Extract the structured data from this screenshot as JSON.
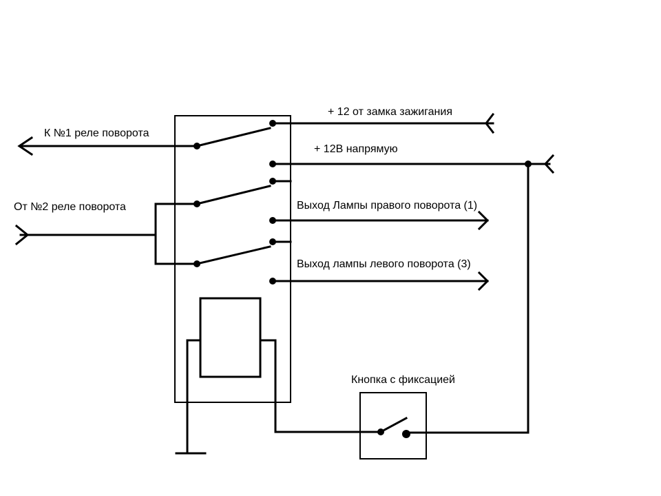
{
  "labels": {
    "ignition": "+ 12 от замка зажигания",
    "direct": "+ 12В напрямую",
    "to_relay1": "К №1 реле поворота",
    "from_relay2": "От №2 реле поворота",
    "right_lamp": "Выход Лампы правого поворота (1)",
    "left_lamp": "Выход лампы левого поворота (3)",
    "button": "Кнопка с фиксацией"
  },
  "colors": {
    "line": "#000000",
    "background": "#ffffff"
  }
}
